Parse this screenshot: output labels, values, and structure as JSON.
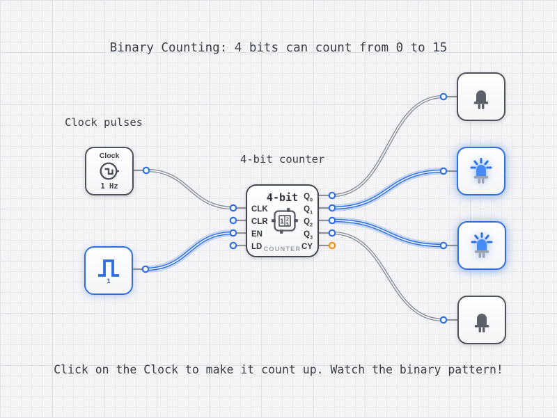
{
  "colors": {
    "bg": "#f4f4f6",
    "grid-minor": "#e9e9ee",
    "grid-major": "#e0e1e8",
    "text": "#3a3f46",
    "gray-border": "#4d525a",
    "gray-wire": "#8d929b",
    "wire-core": "#f2f3f5",
    "blue": "#2e6fe0",
    "blue-core": "#eaf2ff",
    "led-blue": "#478cf6",
    "orange": "#e8941f",
    "dark-icon": "#5b6069",
    "leg-gray": "#9ca3af"
  },
  "annotations": {
    "title": "Binary Counting: 4 bits can count from 0 to 15",
    "clock_caption": "Clock pulses",
    "counter_caption": "4-bit counter",
    "instruction": "Click on the Clock to make it count up. Watch the binary pattern!"
  },
  "components": {
    "clock": {
      "label": "Clock",
      "frequency": "1 Hz"
    },
    "pulse_button": {
      "label": "1"
    },
    "counter": {
      "title": "4-bit",
      "footer": "COUNTER",
      "left_pins": [
        "CLK",
        "CLR",
        "EN",
        "LD"
      ],
      "right_pins": [
        {
          "base": "Q",
          "sub": "0"
        },
        {
          "base": "Q",
          "sub": "1"
        },
        {
          "base": "Q",
          "sub": "2"
        },
        {
          "base": "Q",
          "sub": "3"
        },
        {
          "base": "CY",
          "sub": ""
        }
      ]
    },
    "leds": [
      {
        "state": "off"
      },
      {
        "state": "on"
      },
      {
        "state": "on"
      },
      {
        "state": "off"
      }
    ]
  },
  "wires": [
    {
      "from": "clock-out",
      "to": "counter-clk",
      "state": "off"
    },
    {
      "from": "pulse-out",
      "to": "counter-en",
      "state": "on"
    },
    {
      "from": "counter-q0",
      "to": "led-0",
      "state": "off"
    },
    {
      "from": "counter-q1",
      "to": "led-1",
      "state": "on"
    },
    {
      "from": "counter-q2",
      "to": "led-2",
      "state": "on"
    },
    {
      "from": "counter-q3",
      "to": "led-3",
      "state": "off"
    }
  ]
}
